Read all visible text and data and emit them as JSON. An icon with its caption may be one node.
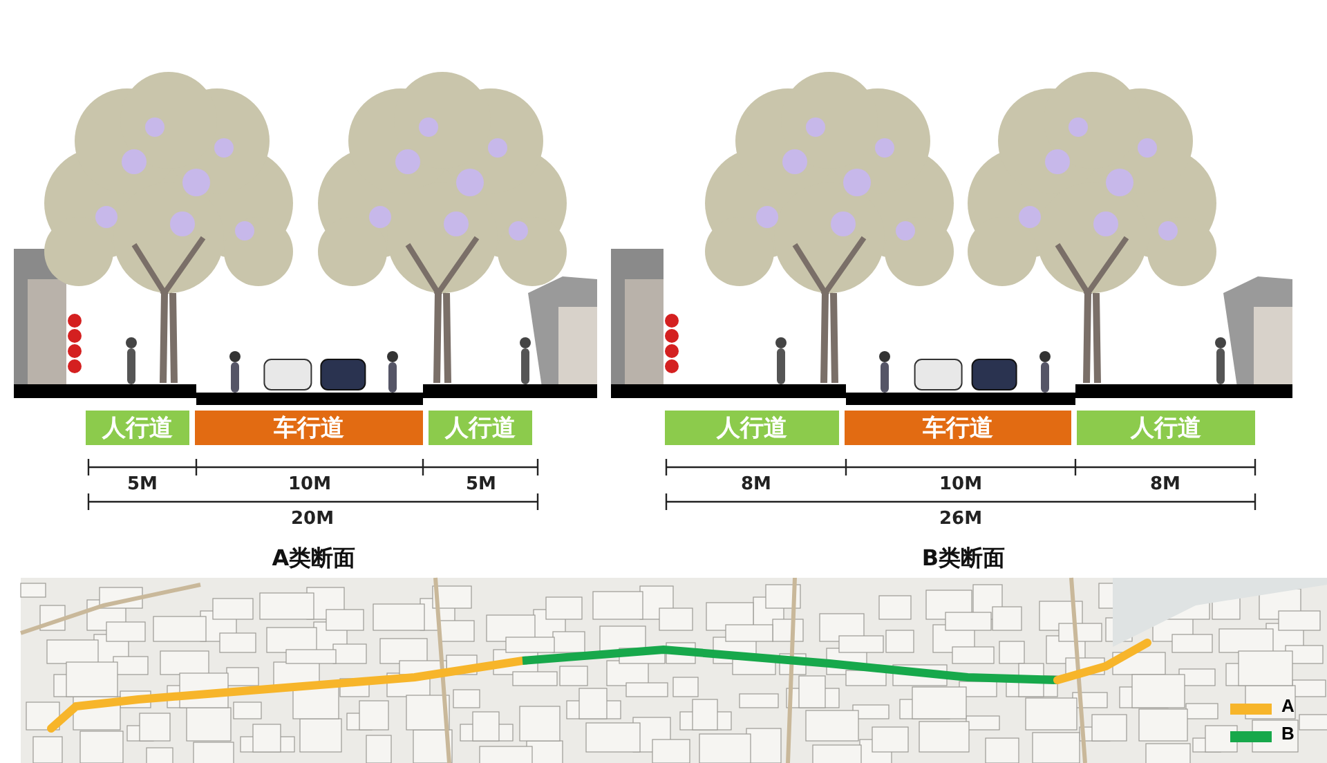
{
  "diagram": {
    "nodes": [
      {
        "text": [
          "人行道"
        ]
      },
      {
        "text": [
          "车行道"
        ]
      },
      {
        "text": [
          "人行道"
        ]
      },
      {
        "text": [
          "人行道"
        ]
      },
      {
        "text": [
          "车行道"
        ]
      },
      {
        "text": [
          "人行道"
        ]
      }
    ],
    "labels": [
      "5M",
      "10M",
      "5M",
      "20M",
      "A类断面",
      "8M",
      "10M",
      "8M",
      "26M",
      "B类断面"
    ],
    "legend": [
      {
        "text": "A",
        "color": "#f7b52a"
      },
      {
        "text": "B",
        "color": "#17a84b"
      }
    ]
  }
}
